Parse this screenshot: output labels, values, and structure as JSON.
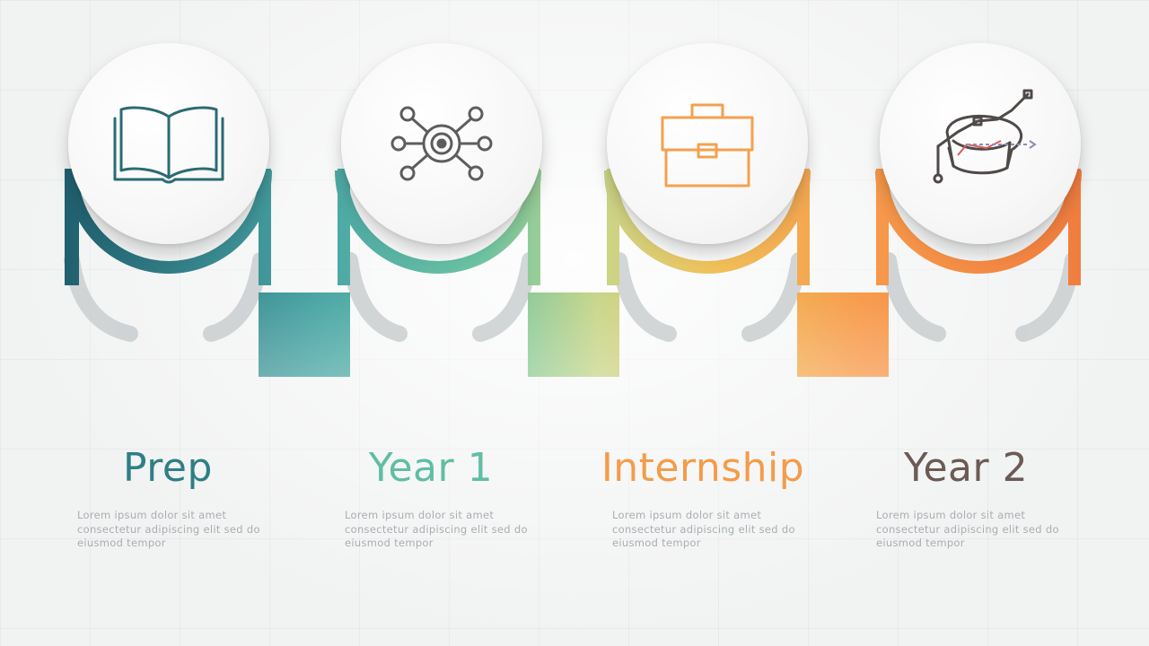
{
  "stages": [
    {
      "title": "Prep",
      "icon": "open-book-icon",
      "color": "#2e7f86",
      "description": "Lorem ipsum dolor sit amet consectetur adipiscing elit sed do eiusmod tempor"
    },
    {
      "title": "Year 1",
      "icon": "network-hub-icon",
      "color": "#5fbea4",
      "description": "Lorem ipsum dolor sit amet consectetur adipiscing elit sed do eiusmod tempor"
    },
    {
      "title": "Internship",
      "icon": "briefcase-icon",
      "color": "#f39c4a",
      "description": "Lorem ipsum dolor sit amet consectetur adipiscing elit sed do eiusmod tempor"
    },
    {
      "title": "Year 2",
      "icon": "growth-chart-icon",
      "color": "#6b5a55",
      "description": "Lorem ipsum dolor sit amet consectetur adipiscing elit sed do eiusmod tempor"
    }
  ]
}
